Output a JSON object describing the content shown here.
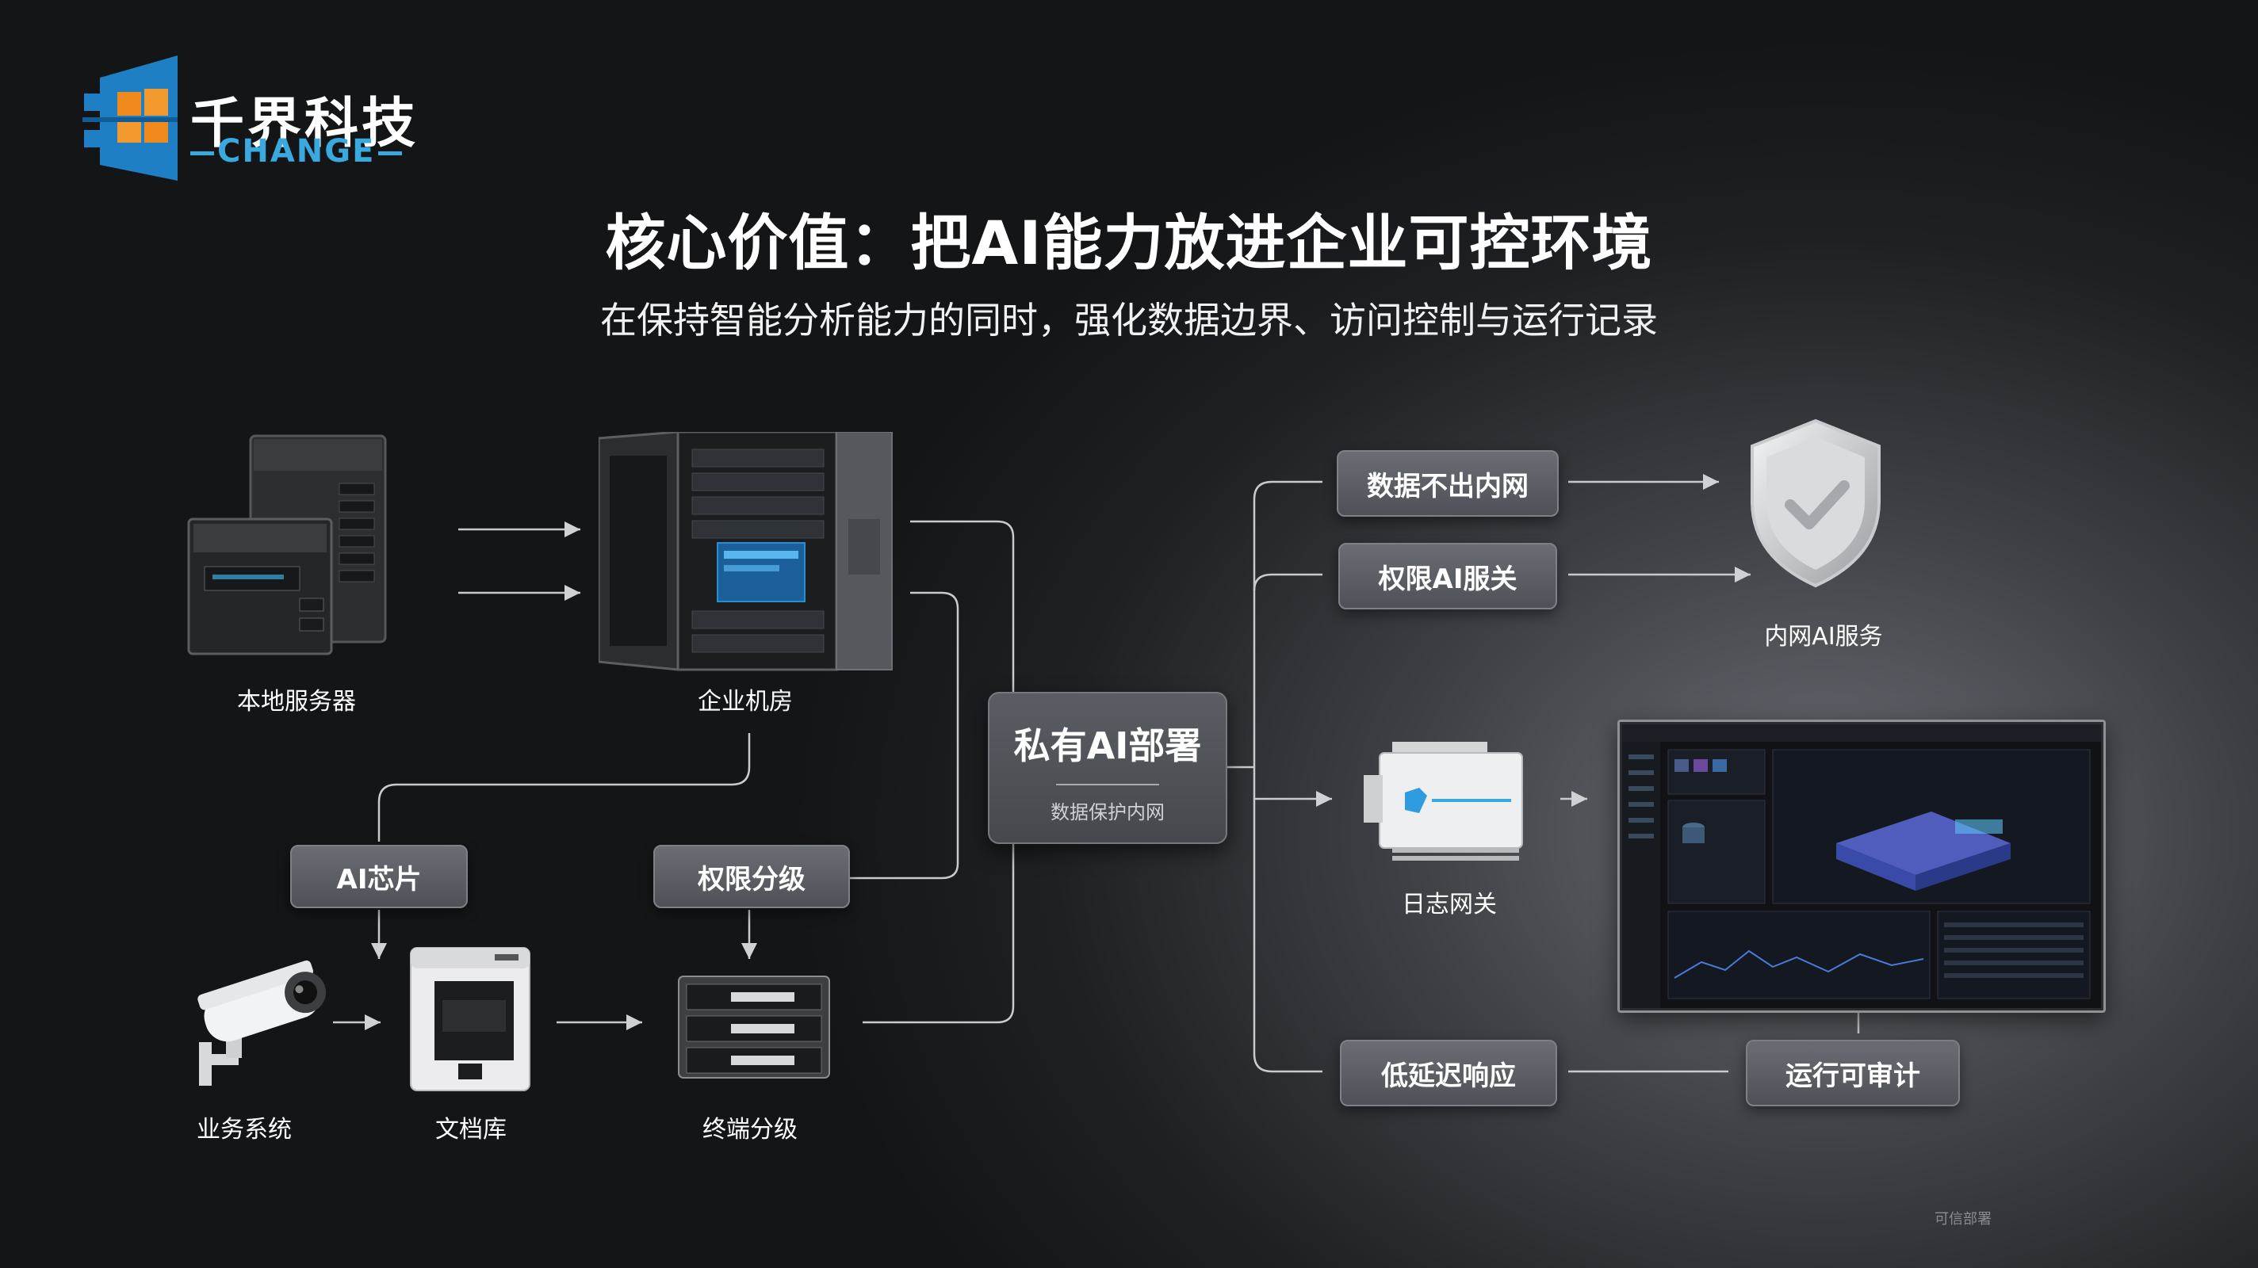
{
  "logo": {
    "name": "千界科技",
    "sub": "CHANGE"
  },
  "header": {
    "title": "核心价值：把AI能力放进企业可控环境",
    "subtitle": "在保持智能分析能力的同时，强化数据边界、访问控制与运行记录"
  },
  "devices": {
    "local_server": "本地服务器",
    "machine_room": "企业机房",
    "business_system": "业务系统",
    "doc_library": "文档库",
    "terminal_grading": "终端分级",
    "intranet_ai": "内网AI服务",
    "log_gateway": "日志网关"
  },
  "pills": {
    "ai_chip": "AI芯片",
    "permission_grading": "权限分级",
    "data_stays": "数据不出内网",
    "permission_ai": "权限AI服关",
    "low_latency": "低延迟响应",
    "auditable": "运行可审计"
  },
  "center": {
    "title": "私有AI部署",
    "sub": "数据保护内网"
  },
  "footnote": "可信部署",
  "colors": {
    "accent": "#3aa9e0",
    "logo_orange": "#f08a1c",
    "pill_bg": "#5c5f65"
  }
}
